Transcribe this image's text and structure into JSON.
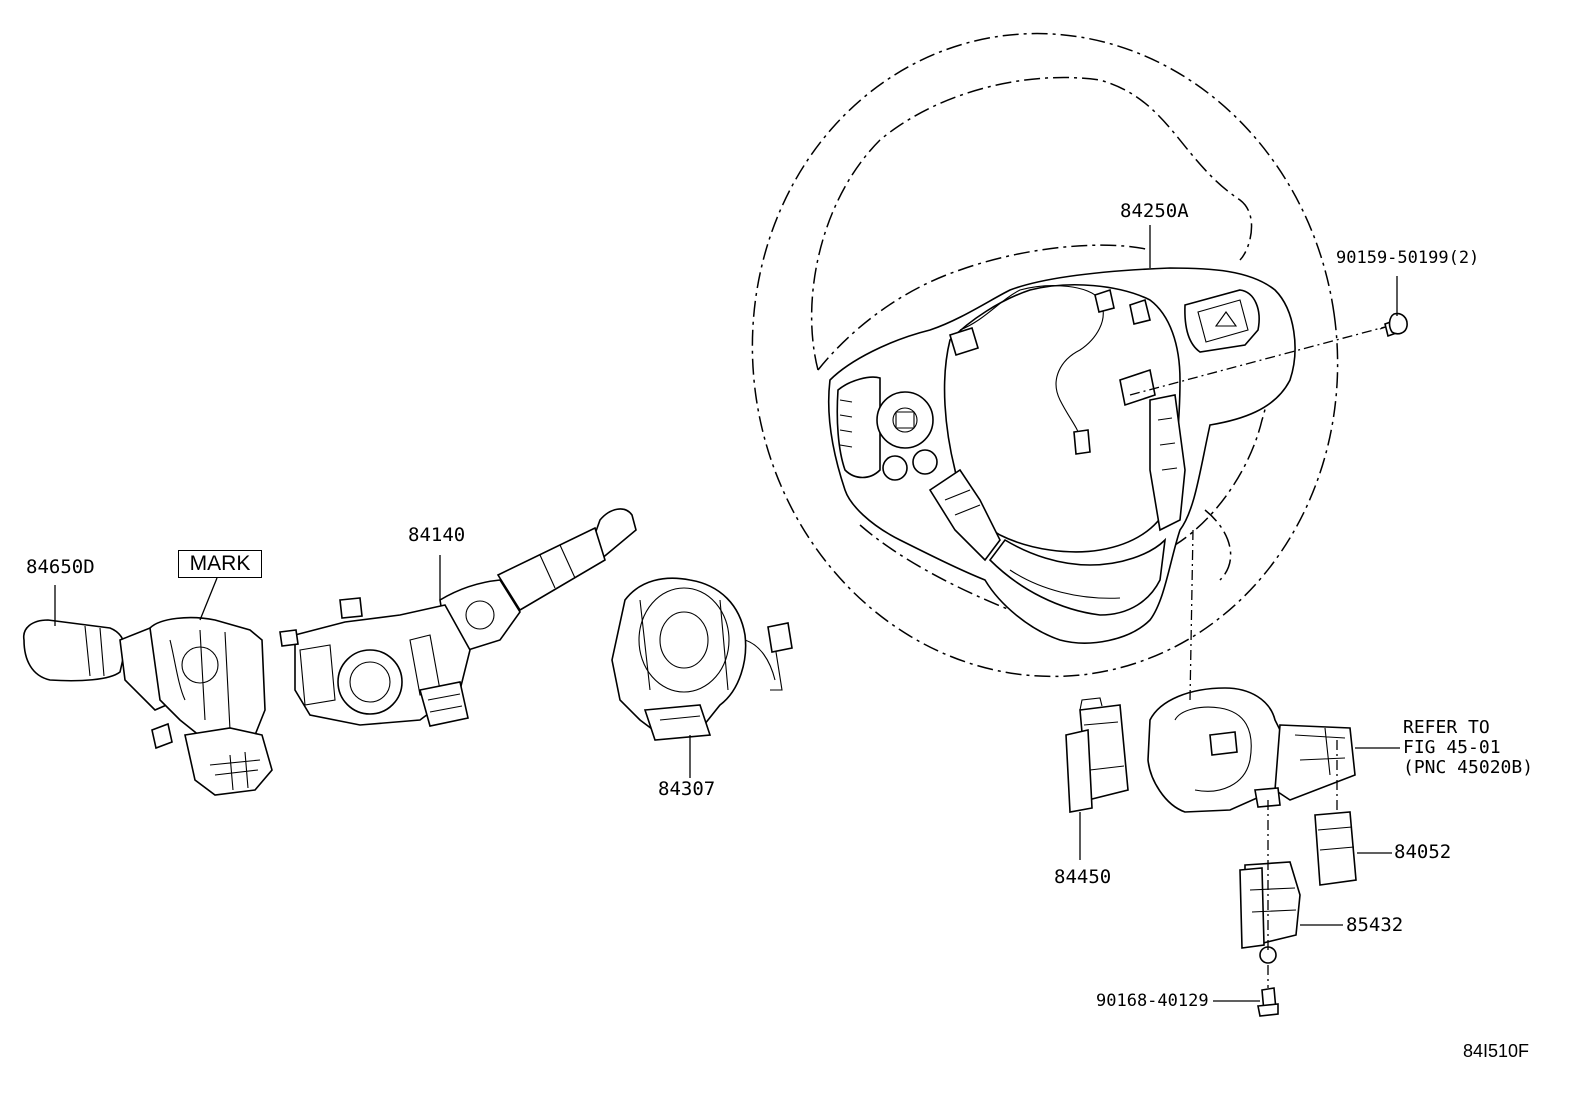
{
  "labels": {
    "p84650D": "84650D",
    "mark": "MARK",
    "p84140": "84140",
    "p84307": "84307",
    "p84250A": "84250A",
    "p90159": "90159-50199(2)",
    "p84450": "84450",
    "p84052": "84052",
    "p85432": "85432",
    "p90168": "90168-40129",
    "refer_line1": "REFER TO",
    "refer_line2": "FIG 45-01",
    "refer_line3": "(PNC 45020B)",
    "figure_id": "84I510F"
  }
}
